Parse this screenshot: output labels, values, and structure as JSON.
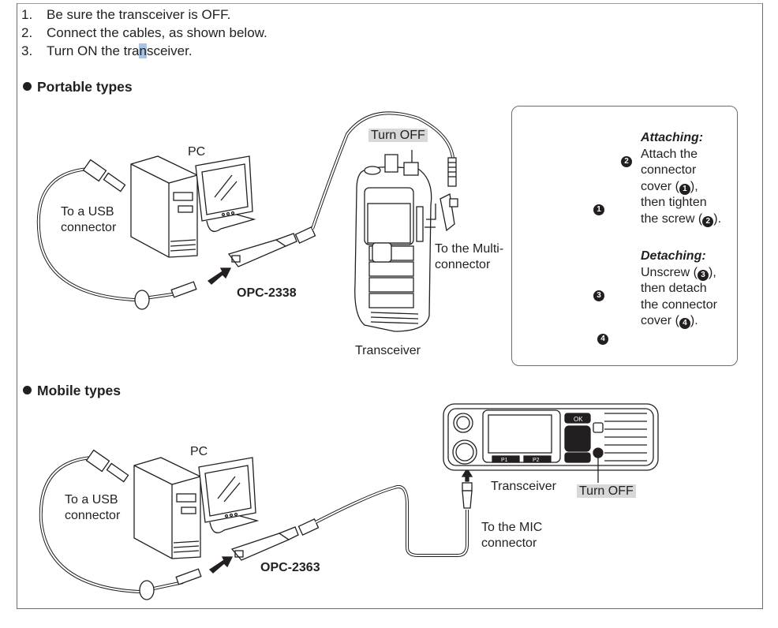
{
  "steps": [
    {
      "num": "1.",
      "text": "Be sure the transceiver is OFF."
    },
    {
      "num": "2.",
      "text": "Connect the cables, as shown below."
    },
    {
      "num": "3.",
      "text_before": "Turn ON the tra",
      "text_mark": "n",
      "text_after": "sceiver."
    }
  ],
  "portable": {
    "heading": "Portable types",
    "pc_label": "PC",
    "usb_label_line1": "To a USB",
    "usb_label_line2": "connector",
    "cable_model": "OPC-2338",
    "turn_off": "Turn OFF",
    "multi_line1": "To the Multi-",
    "multi_line2": "connector",
    "transceiver_label": "Transceiver",
    "inset": {
      "attaching_title": "Attaching:",
      "attaching_lines": [
        "Attach the",
        "connector",
        "cover (",
        "), ",
        "then tighten",
        "the screw (",
        ")."
      ],
      "detaching_title": "Detaching:",
      "detaching_lines": [
        "Unscrew (",
        "),",
        "then detach",
        "the connector",
        "cover (",
        ")."
      ],
      "markers": [
        "1",
        "2",
        "3",
        "4"
      ]
    }
  },
  "mobile": {
    "heading": "Mobile types",
    "pc_label": "PC",
    "usb_label_line1": "To a USB",
    "usb_label_line2": "connector",
    "cable_model": "OPC-2363",
    "transceiver_label": "Transceiver",
    "turn_off": "Turn OFF",
    "mic_line1": "To the MIC",
    "mic_line2": "connector",
    "faceplate": {
      "ok": "OK",
      "p1": "P1",
      "p2": "P2"
    }
  },
  "colors": {
    "ink": "#231f20",
    "highlight": "#d8d8d8",
    "frame": "#6d6d6d",
    "cursor": "#a7c3e6"
  }
}
